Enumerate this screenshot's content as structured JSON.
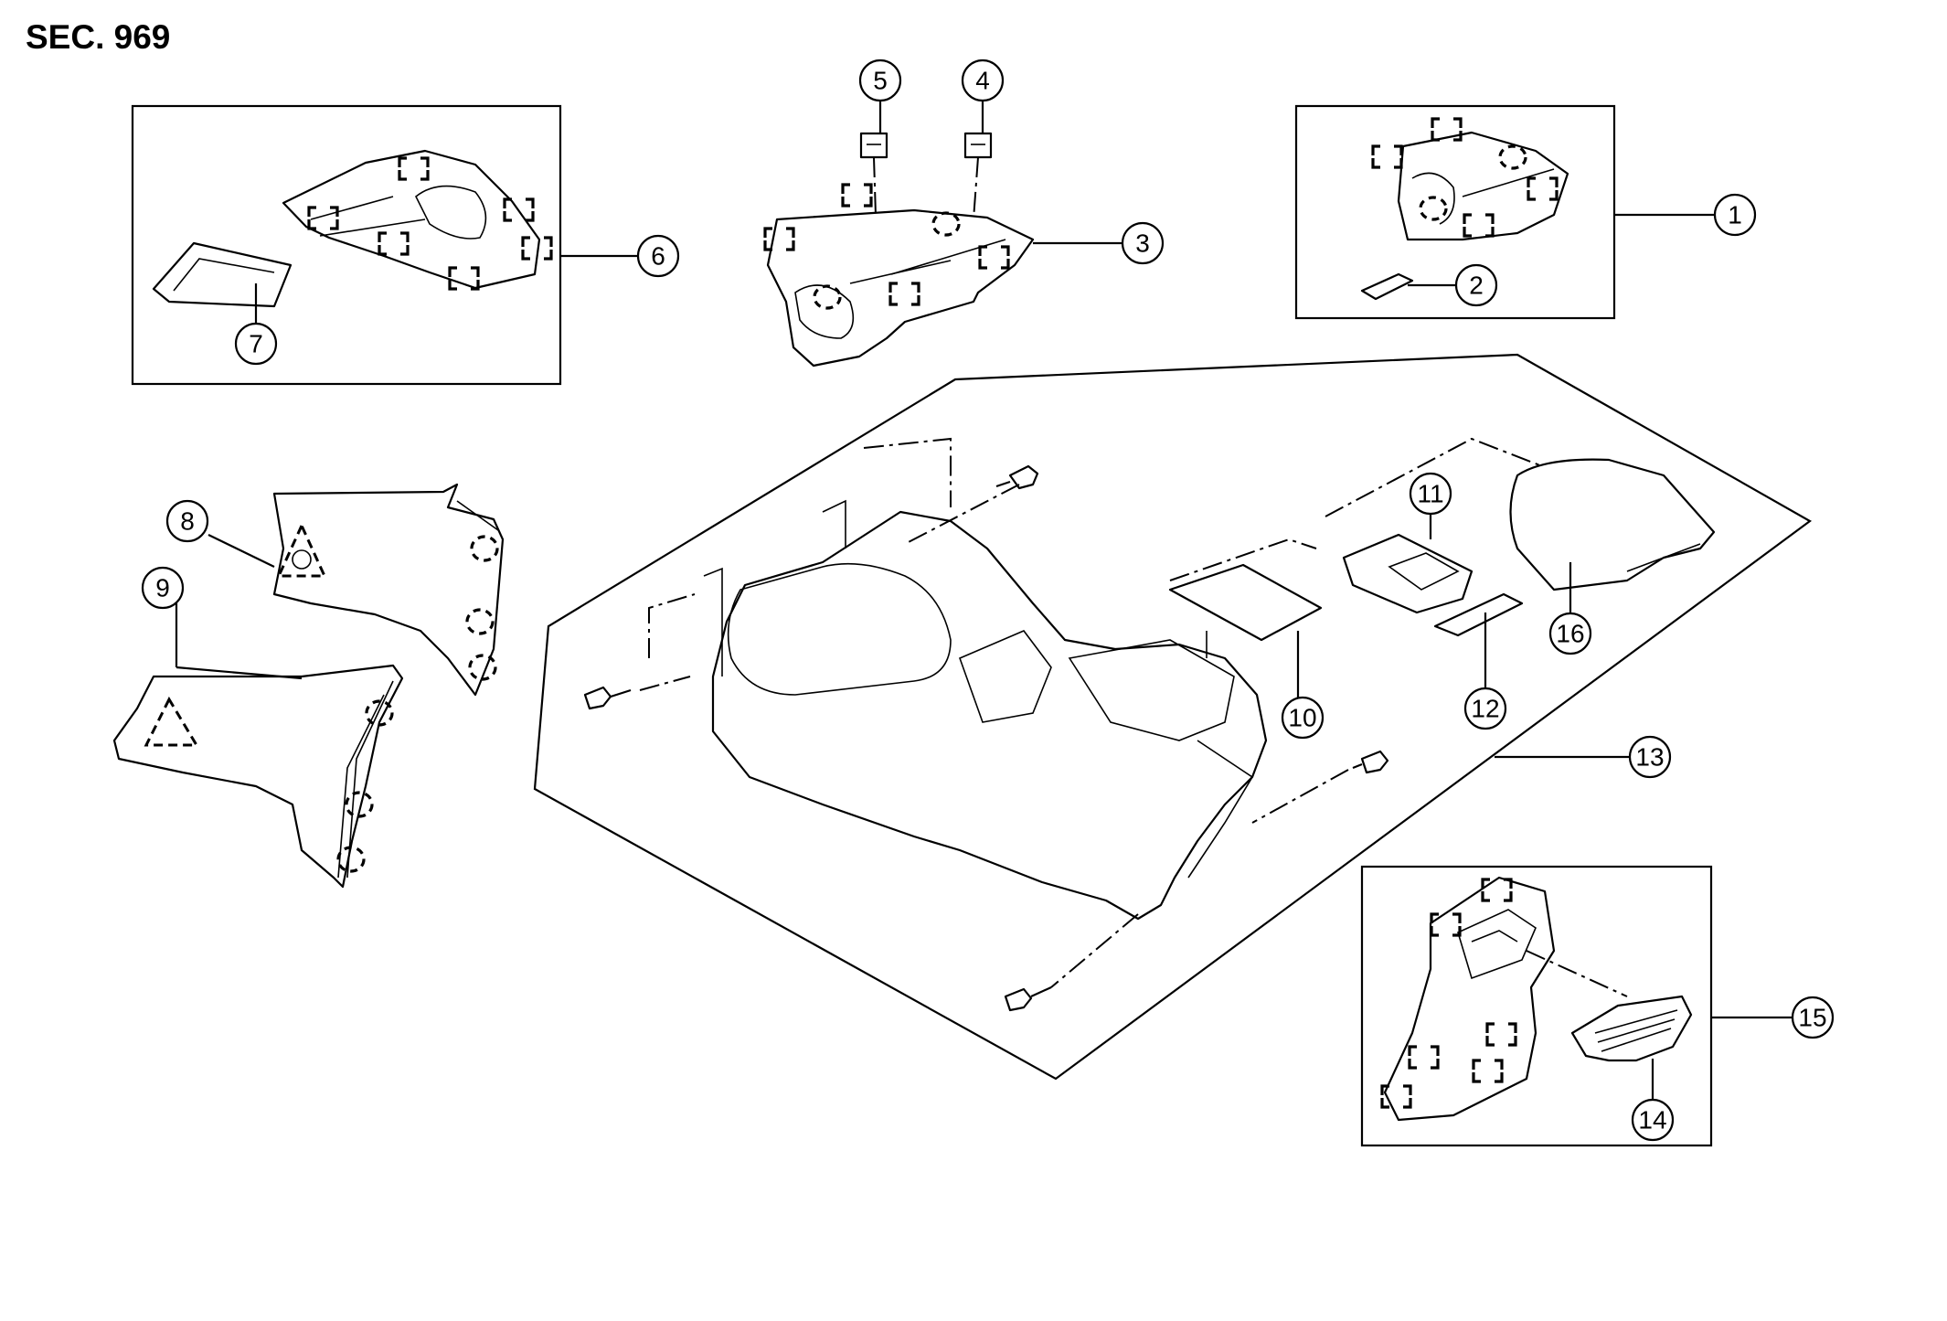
{
  "section_title": "SEC. 969",
  "callouts": [
    {
      "id": "1",
      "label": "1"
    },
    {
      "id": "2",
      "label": "2"
    },
    {
      "id": "3",
      "label": "3"
    },
    {
      "id": "4",
      "label": "4"
    },
    {
      "id": "5",
      "label": "5"
    },
    {
      "id": "6",
      "label": "6"
    },
    {
      "id": "7",
      "label": "7"
    },
    {
      "id": "8",
      "label": "8"
    },
    {
      "id": "9",
      "label": "9"
    },
    {
      "id": "10",
      "label": "10"
    },
    {
      "id": "11",
      "label": "11"
    },
    {
      "id": "12",
      "label": "12"
    },
    {
      "id": "13",
      "label": "13"
    },
    {
      "id": "14",
      "label": "14"
    },
    {
      "id": "15",
      "label": "15"
    },
    {
      "id": "16",
      "label": "16"
    }
  ]
}
